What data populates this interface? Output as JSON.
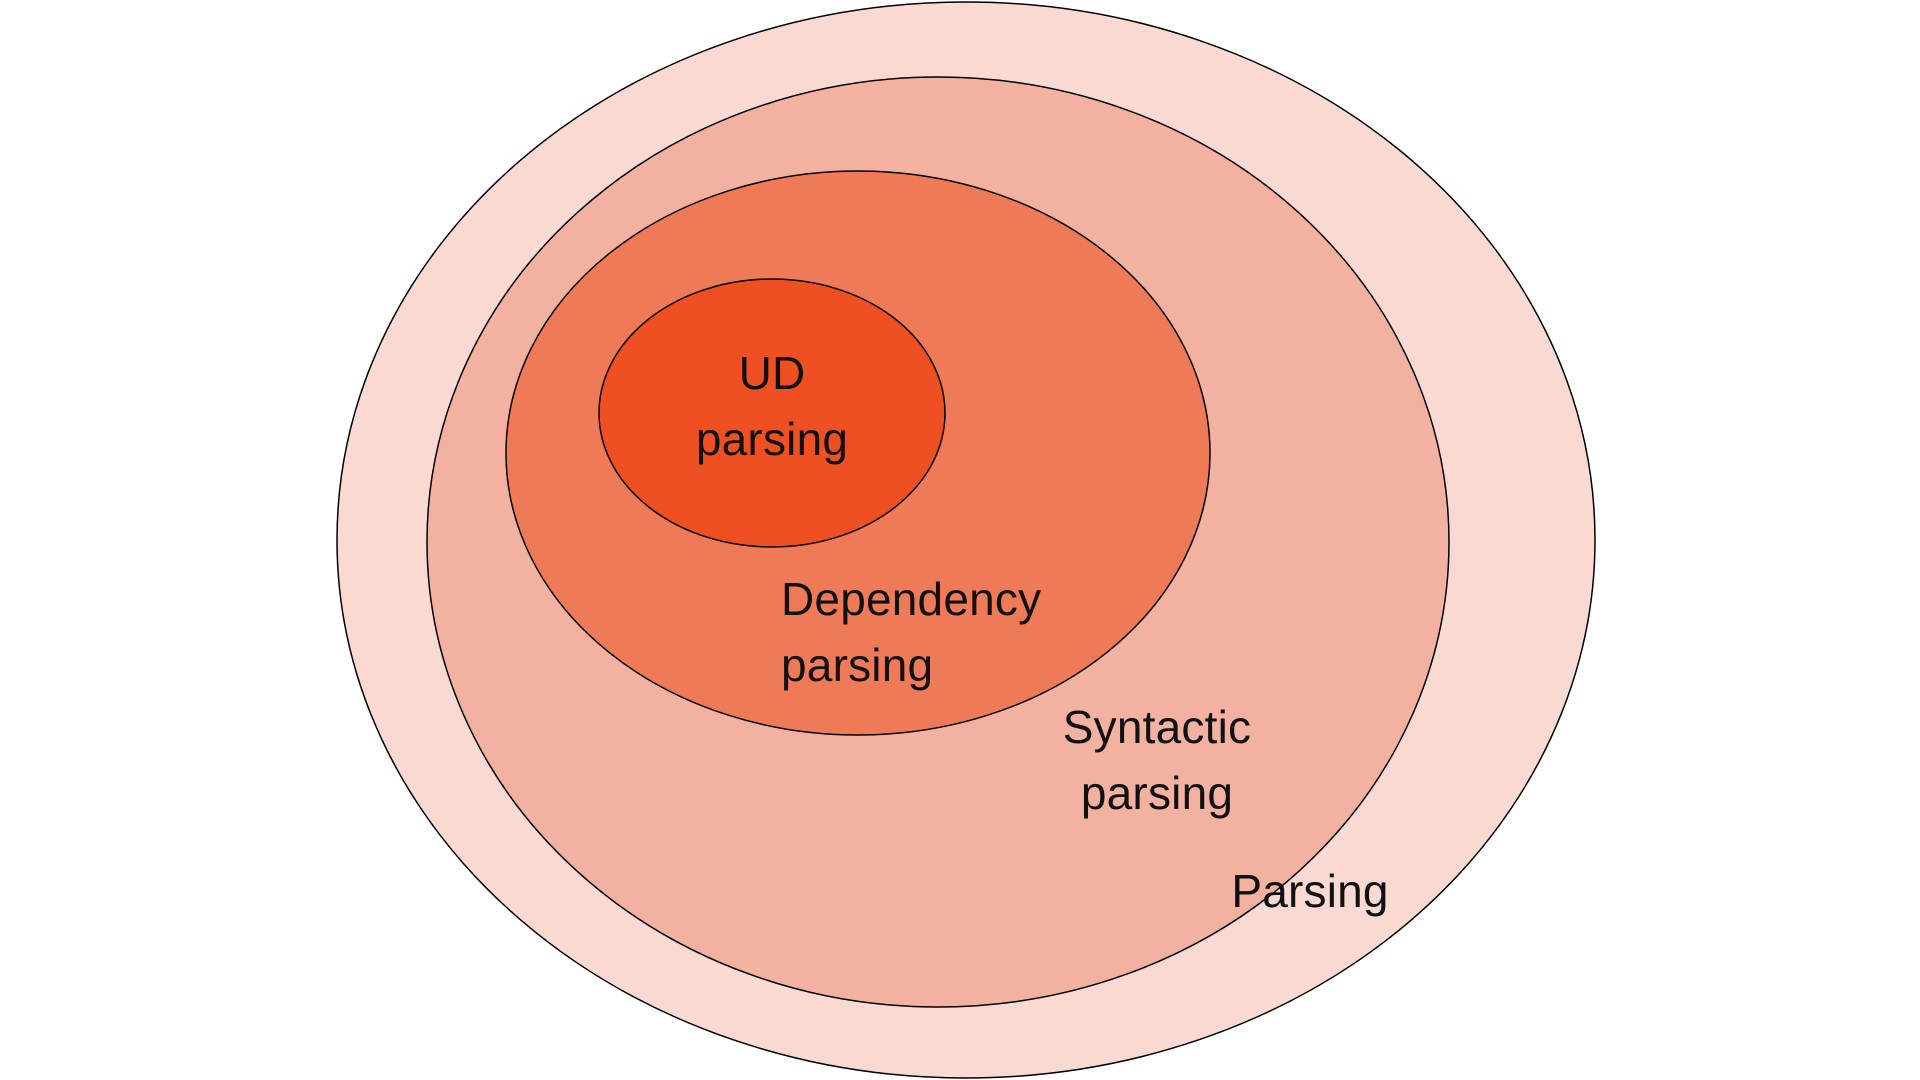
{
  "diagram": {
    "type": "nested-euler-diagram",
    "background": "#ffffff",
    "outline_color": "#000000",
    "text_color": "#111111",
    "sets": [
      {
        "label": "Parsing",
        "color": "#f9dad3"
      },
      {
        "label": "Syntactic\nparsing",
        "color": "#f3b1a2"
      },
      {
        "label": "Dependency\nparsing",
        "color": "#ee7a58"
      },
      {
        "label": "UD\nparsing",
        "color": "#ee5022"
      }
    ]
  }
}
